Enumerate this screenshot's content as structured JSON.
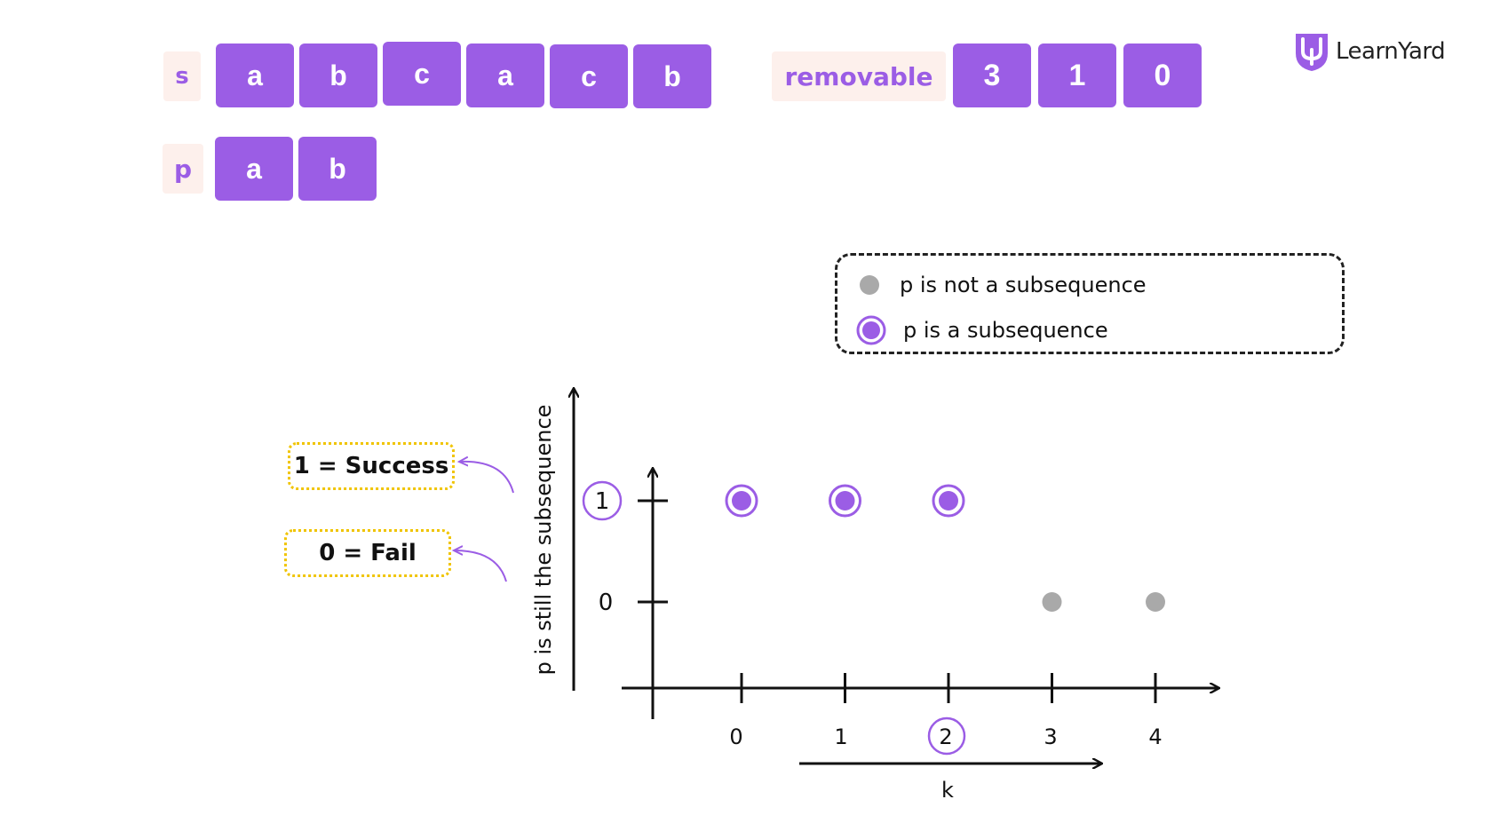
{
  "s_row": {
    "label": "s",
    "cells": [
      "a",
      "b",
      "c",
      "a",
      "c",
      "b"
    ]
  },
  "p_row": {
    "label": "p",
    "cells": [
      "a",
      "b"
    ]
  },
  "removable_row": {
    "label": "removable",
    "cells": [
      "3",
      "1",
      "0"
    ]
  },
  "brand": {
    "name": "LearnYard"
  },
  "legend": [
    {
      "marker": "gray-dot",
      "text": "p is not a subsequence"
    },
    {
      "marker": "purple-ring-dot",
      "text": "p is a subsequence"
    }
  ],
  "callouts": {
    "success": "1 = Success",
    "fail": "0 = Fail"
  },
  "colors": {
    "accent": "#9b5de5",
    "label_bg": "#fdf0ec",
    "fail_dot": "#a9a9a9",
    "callout_border": "#f0c400"
  },
  "chart_data": {
    "type": "scatter",
    "xlabel": "k",
    "ylabel": "p is still the subsequence",
    "x_ticks": [
      "0",
      "1",
      "2",
      "3",
      "4"
    ],
    "y_ticks": [
      "0",
      "1"
    ],
    "highlight_x_tick": "2",
    "highlight_y_tick": "1",
    "points": [
      {
        "x": 0,
        "y": 1
      },
      {
        "x": 1,
        "y": 1
      },
      {
        "x": 2,
        "y": 1
      },
      {
        "x": 3,
        "y": 0
      },
      {
        "x": 4,
        "y": 0
      }
    ]
  }
}
